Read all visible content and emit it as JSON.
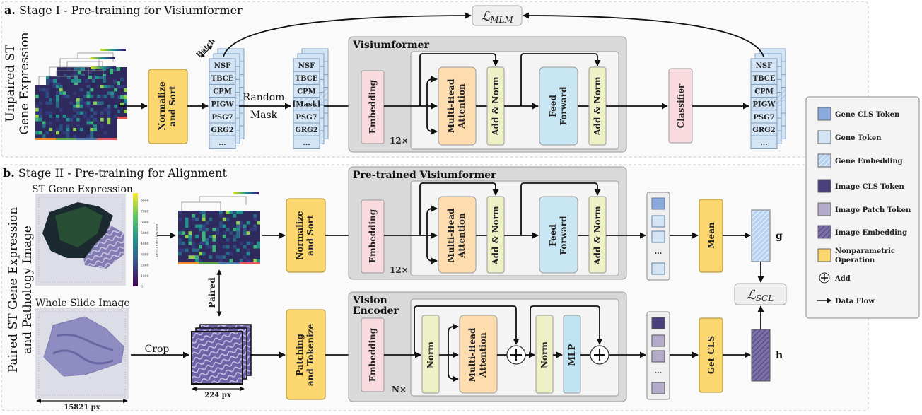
{
  "colors": {
    "gene_cls": "#8aa9dd",
    "gene_token": "#d3e5f5",
    "gene_embedding": "#b9d3f0",
    "image_cls": "#4a3f7a",
    "image_patch": "#b4aac9",
    "image_embedding": "#7b6fa6",
    "nonparametric": "#fcd66e",
    "embedding": "#f9dade",
    "attention": "#fddcb0",
    "norm": "#eef1c6",
    "feed_forward": "#c9e6f5",
    "container": "#d9d9d9"
  },
  "stage_a": {
    "label": "a.",
    "title": "Stage I - Pre-training for Visiumformer",
    "input_label": [
      "Unpaired ST",
      "Gene Expression"
    ],
    "normalize": [
      "Normalize",
      "and Sort"
    ],
    "batch": "Batch",
    "tokens": [
      "NSF",
      "TBCE",
      "CPM",
      "PIGW",
      "PSG7",
      "GRG2",
      "..."
    ],
    "random_mask": [
      "Random",
      "Mask"
    ],
    "masked_tokens": [
      "NSF",
      "TBCE",
      "CPM",
      "[Mask]",
      "PSG7",
      "GRG2",
      "..."
    ],
    "model_title": "Visiumformer",
    "embedding": "Embedding",
    "repeat": "12×",
    "mha": [
      "Multi-Head",
      "Attention"
    ],
    "add_norm": "Add & Norm",
    "feed_forward": [
      "Feed",
      "Forward"
    ],
    "classifier": "Classifier",
    "output_tokens": [
      "NSF",
      "TBCE",
      "CPM",
      "PIGW",
      "PSG7",
      "GRG2",
      "..."
    ],
    "loss": "ℒ",
    "loss_sub": "MLM"
  },
  "stage_b": {
    "label": "b.",
    "title": "Stage II - Pre-training for Alignment",
    "input_label": [
      "Paired ST Gene Expression",
      "and Pathology Image"
    ],
    "st_title": "ST Gene Expression",
    "colorbar_ticks": [
      "0",
      "1000",
      "2000",
      "3000",
      "4000",
      "5000",
      "6000",
      "7000",
      "8000"
    ],
    "colorbar_label": "Detected Gene Count",
    "wsi_title": "Whole Slide Image",
    "wsi_size": "15821 px",
    "paired": "Paired",
    "crop": "Crop",
    "patch_size": "224 px",
    "normalize": [
      "Normalize",
      "and Sort"
    ],
    "patching": [
      "Patching",
      "and Tokenize"
    ],
    "gene_model_title": "Pre-trained Visiumformer",
    "embedding": "Embedding",
    "repeat_gene": "12×",
    "mha": [
      "Multi-Head",
      "Attention"
    ],
    "add_norm": "Add & Norm",
    "feed_forward": [
      "Feed",
      "Forward"
    ],
    "vision_title": [
      "Vision",
      "Encoder"
    ],
    "repeat_vision": "N×",
    "norm": "Norm",
    "mlp": "MLP",
    "ellipsis": "...",
    "mean": "Mean",
    "get_cls": "Get CLS",
    "g": "g",
    "h": "h",
    "loss": "ℒ",
    "loss_sub": "SCL"
  },
  "legend": {
    "items": [
      {
        "label": "Gene CLS Token",
        "kind": "gene_cls"
      },
      {
        "label": "Gene Token",
        "kind": "gene_token"
      },
      {
        "label": "Gene Embedding",
        "kind": "gene_embedding"
      },
      {
        "label": "Image CLS Token",
        "kind": "image_cls"
      },
      {
        "label": "Image Patch Token",
        "kind": "image_patch"
      },
      {
        "label": "Image Embedding",
        "kind": "image_embedding"
      },
      {
        "label": "Nonparametric",
        "label2": "Operation",
        "kind": "nonparametric"
      },
      {
        "label": "Add",
        "kind": "add"
      },
      {
        "label": "Data Flow",
        "kind": "flow"
      }
    ]
  }
}
